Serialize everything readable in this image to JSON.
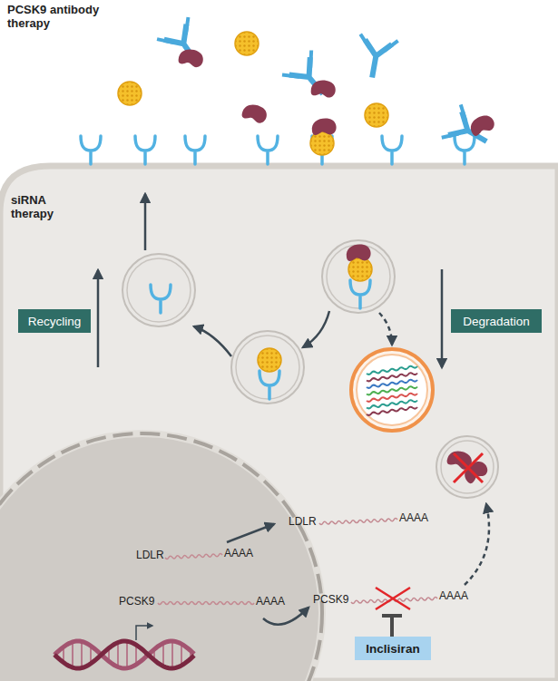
{
  "diagram": {
    "nodes": [
      {
        "text": [
          "Recycling"
        ]
      },
      {
        "text": [
          "Degradation"
        ]
      },
      {
        "text": [
          "Inclisiran"
        ]
      }
    ],
    "labels": [
      "PCSK9 antibody therapy",
      "siRNA therapy",
      "LDLR",
      "AAAA",
      "LDLR",
      "AAAA",
      "PCSK9",
      "AAAA",
      "PCSK9",
      "AAAA"
    ]
  }
}
